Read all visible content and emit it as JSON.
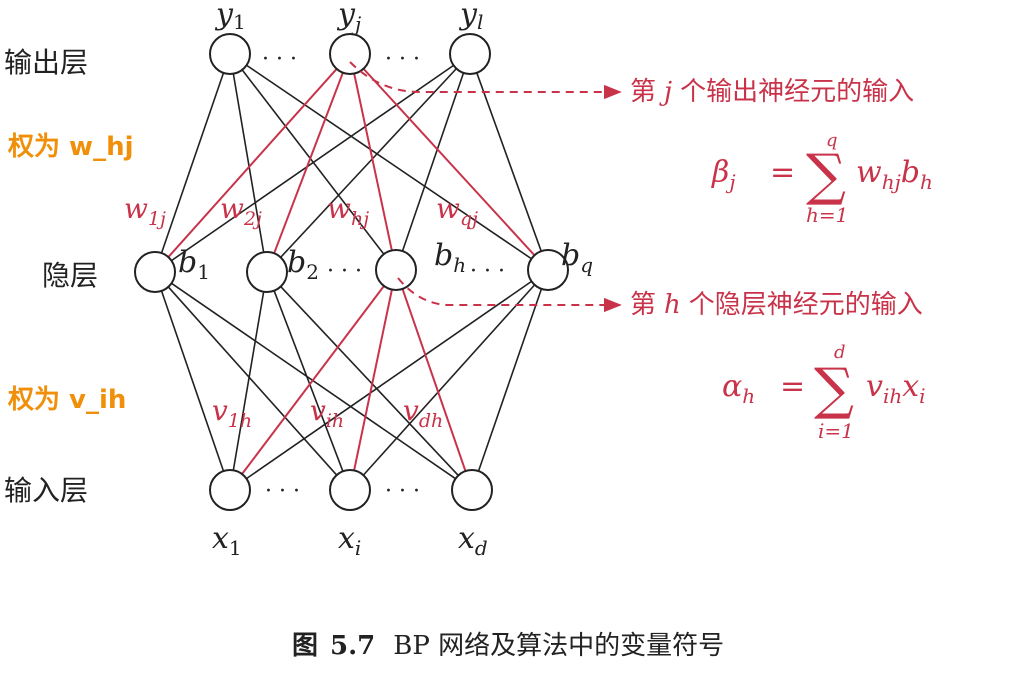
{
  "colors": {
    "black": "#222222",
    "red": "#c8334a",
    "orange": "#f0900a"
  },
  "layers": {
    "output": "输出层",
    "hidden": "隐层",
    "input": "输入层"
  },
  "annotations": {
    "hidden_output_weight": "权为 w_hj",
    "input_hidden_weight": "权为 v_ih"
  },
  "output_nodes": {
    "y1": {
      "base": "y",
      "sub": "1"
    },
    "yj": {
      "base": "y",
      "sub": "j"
    },
    "yl": {
      "base": "y",
      "sub": "l"
    }
  },
  "hidden_nodes": {
    "b1": {
      "base": "b",
      "sub": "1"
    },
    "b2": {
      "base": "b",
      "sub": "2"
    },
    "bh": {
      "base": "b",
      "sub": "h"
    },
    "bq": {
      "base": "b",
      "sub": "q"
    }
  },
  "input_nodes": {
    "x1": {
      "base": "x",
      "sub": "1"
    },
    "xi": {
      "base": "x",
      "sub": "i"
    },
    "xd": {
      "base": "x",
      "sub": "d"
    }
  },
  "weights_w": {
    "w1j": {
      "base": "w",
      "sub": "1j"
    },
    "w2j": {
      "base": "w",
      "sub": "2j"
    },
    "whj": {
      "base": "w",
      "sub": "hj"
    },
    "wqj": {
      "base": "w",
      "sub": "qj"
    }
  },
  "weights_v": {
    "v1h": {
      "base": "v",
      "sub": "1h"
    },
    "vih": {
      "base": "v",
      "sub": "ih"
    },
    "vdh": {
      "base": "v",
      "sub": "dh"
    }
  },
  "ellipsis": "· · ·",
  "callout_output": {
    "pre": "第",
    "var": "j",
    "post": "个输出神经元的输入"
  },
  "formula_beta": {
    "lhs_base": "β",
    "lhs_sub": "j",
    "eq": "=",
    "sum": "∑",
    "upper": "q",
    "lower": "h=1",
    "w_base": "w",
    "w_sub": "hj",
    "b_base": "b",
    "b_sub": "h"
  },
  "callout_hidden": {
    "pre": "第",
    "var": "h",
    "post": "个隐层神经元的输入"
  },
  "formula_alpha": {
    "lhs_base": "α",
    "lhs_sub": "h",
    "eq": "=",
    "sum": "∑",
    "upper": "d",
    "lower": "i=1",
    "v_base": "v",
    "v_sub": "ih",
    "x_base": "x",
    "x_sub": "i"
  },
  "caption": {
    "prefix": "图",
    "number": "5.7",
    "text": "BP 网络及算法中的变量符号"
  }
}
